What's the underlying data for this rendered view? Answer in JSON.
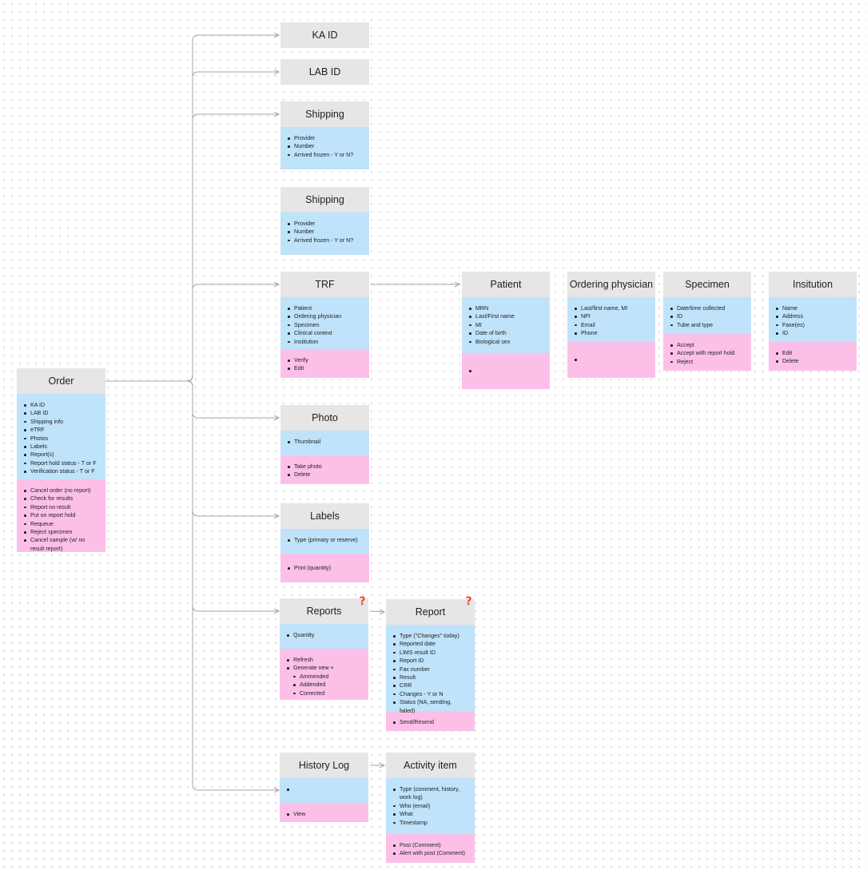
{
  "colors": {
    "header_bg": "#e6e6e6",
    "attributes_bg": "#bfe3fa",
    "actions_bg": "#fcc0e8",
    "connector": "#a6a6a6",
    "question_mark": "#ef4a2c"
  },
  "icons": {
    "question": "question-mark-icon",
    "arrow": "arrowhead-icon"
  },
  "cards": {
    "order": {
      "title": "Order",
      "attributes": [
        "KA ID",
        "LAB ID",
        "Shipping info",
        "eTRF",
        "Photos",
        "Labels",
        "Report(s)",
        "Report hold status - T or F",
        "Verification status - T or F"
      ],
      "actions": [
        "Cancel order (no report)",
        "Check for results",
        "Report no result",
        "Put on report hold",
        "Requeue",
        "Reject specimen",
        "Cancel sample (w/ no result report)"
      ]
    },
    "ka_id": {
      "title": "KA ID"
    },
    "lab_id": {
      "title": "LAB ID"
    },
    "shipping_1": {
      "title": "Shipping",
      "attributes": [
        "Provider",
        "Number",
        "Arrived frozen - Y or N?"
      ]
    },
    "shipping_2": {
      "title": "Shipping",
      "attributes": [
        "Provider",
        "Number",
        "Arrived frozen - Y or N?"
      ]
    },
    "trf": {
      "title": "TRF",
      "attributes": [
        "Patient",
        "Ordering physician",
        "Specimen",
        "Clinical context",
        "Institution"
      ],
      "actions": [
        "Verify",
        "Edit"
      ]
    },
    "patient": {
      "title": "Patient",
      "attributes": [
        "MRN",
        "Last/First name",
        "MI",
        "Date of birth",
        "Biological sex"
      ],
      "actions": [
        ""
      ]
    },
    "ordering_physician": {
      "title": "Ordering physician",
      "attributes": [
        "Last/first name, MI",
        "NPI",
        "Email",
        "Phone"
      ],
      "actions": [
        ""
      ]
    },
    "specimen": {
      "title": "Specimen",
      "attributes": [
        "Date/time collected",
        "ID",
        "Tube and type"
      ],
      "actions": [
        "Accept",
        "Accept with report hold",
        "Reject"
      ]
    },
    "institution": {
      "title": "Insitution",
      "attributes": [
        "Name",
        "Address",
        "Faxe(es)",
        "ID"
      ],
      "actions": [
        "Edit",
        "Delete"
      ]
    },
    "photo": {
      "title": "Photo",
      "attributes": [
        "Thumbnail"
      ],
      "actions": [
        "Take photo",
        "Delete"
      ]
    },
    "labels": {
      "title": "Labels",
      "attributes": [
        "Type (primary or reserve)"
      ],
      "actions": [
        "Print (quantity)"
      ]
    },
    "reports": {
      "title": "Reports",
      "attributes": [
        "Quantity"
      ],
      "actions": [
        "Refresh",
        "Generate new +"
      ],
      "sub_actions": [
        "Ammended",
        "Addended",
        "Corrected"
      ],
      "question_mark": "?"
    },
    "report": {
      "title": "Report",
      "attributes": [
        "Type (\"Changes\" today)",
        "Reported date",
        "LIMS result ID",
        "Report ID",
        "Fax number",
        "Result",
        "CRR",
        "Changes - Y or N",
        "Status (NA, sending, failed)"
      ],
      "actions": [
        "Send/Resend"
      ],
      "question_mark": "?"
    },
    "history_log": {
      "title": "History Log",
      "attributes": [
        ""
      ],
      "actions": [
        "View"
      ]
    },
    "activity_item": {
      "title": "Activity item",
      "attributes": [
        "Type (comment, history, work log)",
        "Who (email)",
        "What",
        "Timestamp"
      ],
      "actions": [
        "Post (Comment)",
        "Alert with post (Comment)"
      ]
    }
  }
}
